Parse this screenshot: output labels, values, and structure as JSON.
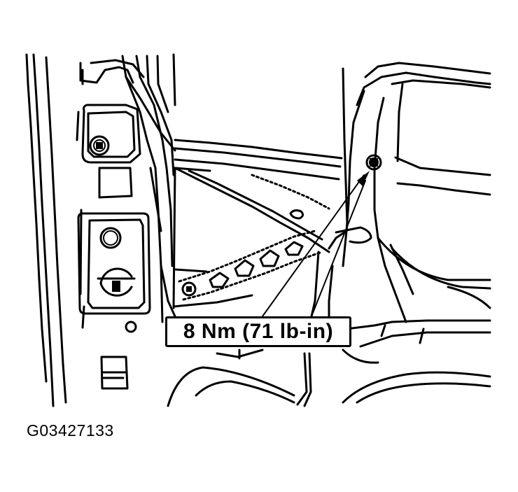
{
  "figure": {
    "type": "technical-line-illustration",
    "subject": "vehicle door/pillar assembly with fastener location",
    "colors": {
      "line": "#000000",
      "background": "#ffffff"
    }
  },
  "callout": {
    "torque_label": "8 Nm (71 lb-in)",
    "torque_value_nm": "8 Nm",
    "torque_value_lbin": "71 lb-in",
    "points_to": "bolt-upper-right"
  },
  "figure_id": "G03427133"
}
